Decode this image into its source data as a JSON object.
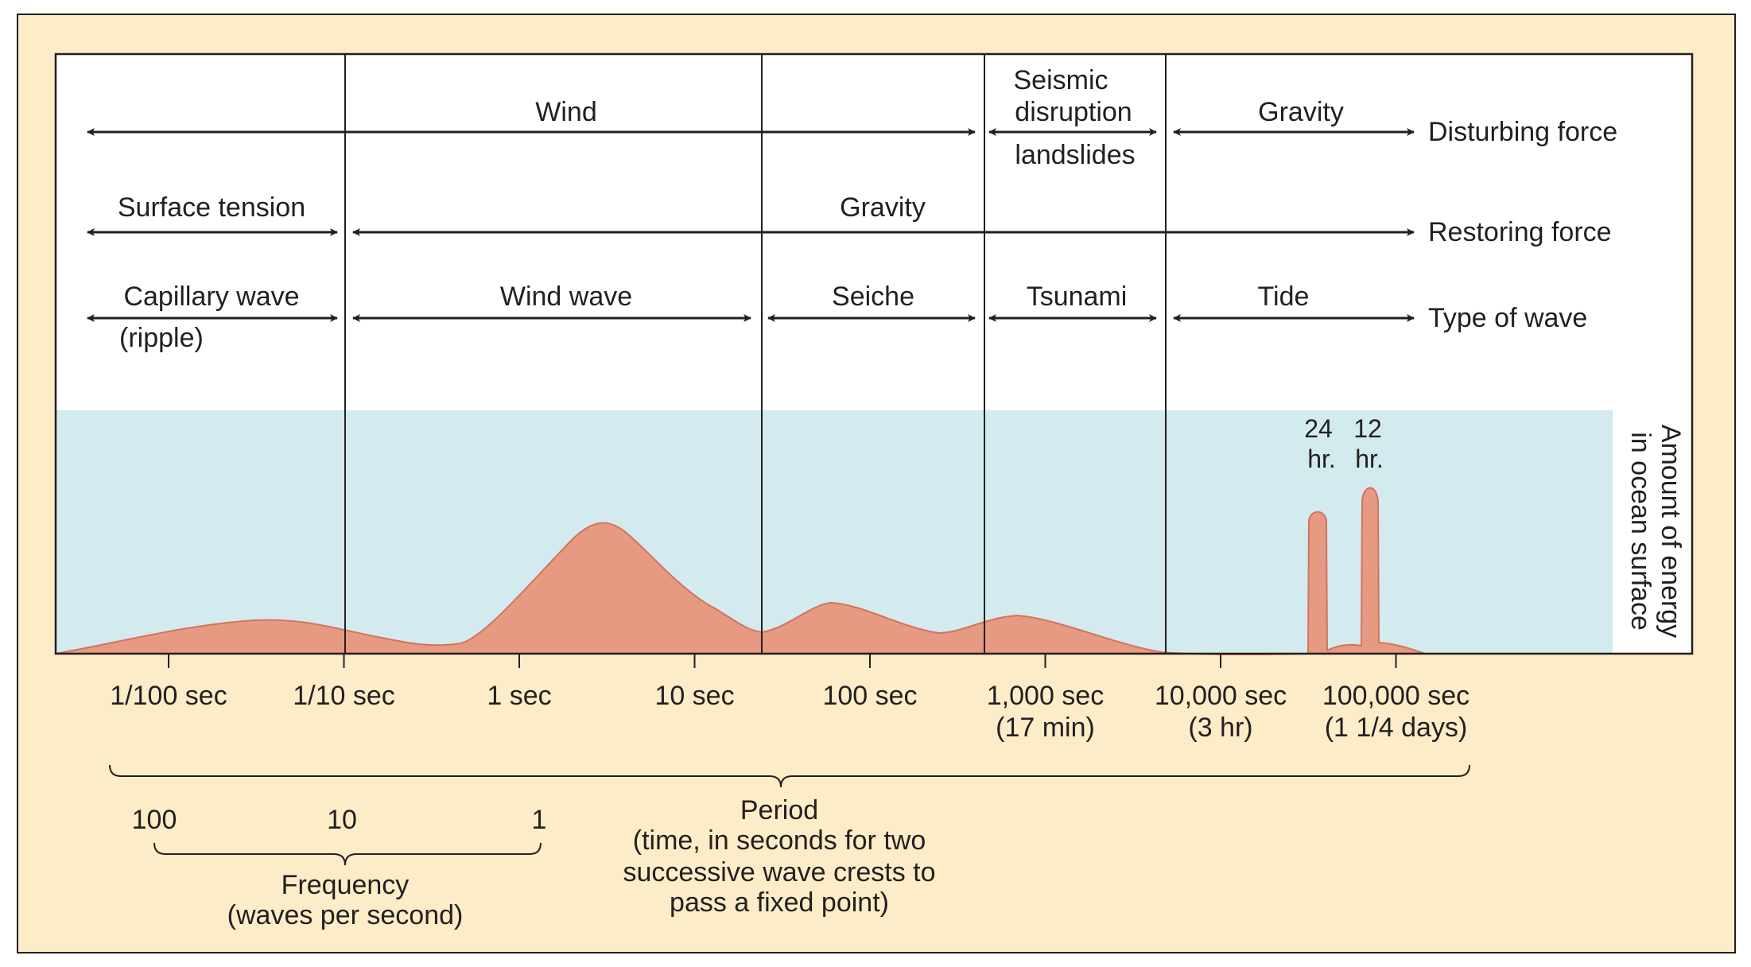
{
  "colors": {
    "background": "#fdecc8",
    "band": "#d3eaee",
    "energy": "#e69a82",
    "energy_edge": "#d4735e",
    "ink": "#231f20"
  },
  "rows": {
    "disturbing_force": {
      "row_label": "Disturbing force",
      "wind": "Wind",
      "seismic_line1": "Seismic",
      "seismic_line2": "disruption",
      "seismic_line3": "landslides",
      "gravity": "Gravity"
    },
    "restoring_force": {
      "row_label": "Restoring force",
      "surface_tension": "Surface tension",
      "gravity": "Gravity"
    },
    "type_of_wave": {
      "row_label": "Type of wave",
      "capillary_line1": "Capillary wave",
      "capillary_line2": "(ripple)",
      "wind_wave": "Wind wave",
      "seiche": "Seiche",
      "tsunami": "Tsunami",
      "tide": "Tide"
    }
  },
  "energy_axis_label_line1": "Amount of energy",
  "energy_axis_label_line2": "in ocean surface",
  "tide_peaks": {
    "p24_line1": "24",
    "p24_line2": "hr.",
    "p12_line1": "12",
    "p12_line2": "hr."
  },
  "period_ticks": [
    {
      "line1": "1/100 sec",
      "line2": ""
    },
    {
      "line1": "1/10 sec",
      "line2": ""
    },
    {
      "line1": "1 sec",
      "line2": ""
    },
    {
      "line1": "10 sec",
      "line2": ""
    },
    {
      "line1": "100 sec",
      "line2": ""
    },
    {
      "line1": "1,000 sec",
      "line2": "(17 min)"
    },
    {
      "line1": "10,000 sec",
      "line2": "(3 hr)"
    },
    {
      "line1": "100,000 sec",
      "line2": "(1 1/4 days)"
    }
  ],
  "period_caption": {
    "line1": "Period",
    "line2": "(time, in seconds for two",
    "line3": "successive wave crests to",
    "line4": "pass a fixed point)"
  },
  "frequency_ticks": [
    "100",
    "10",
    "1"
  ],
  "frequency_caption": {
    "line1": "Frequency",
    "line2": "(waves per second)"
  }
}
